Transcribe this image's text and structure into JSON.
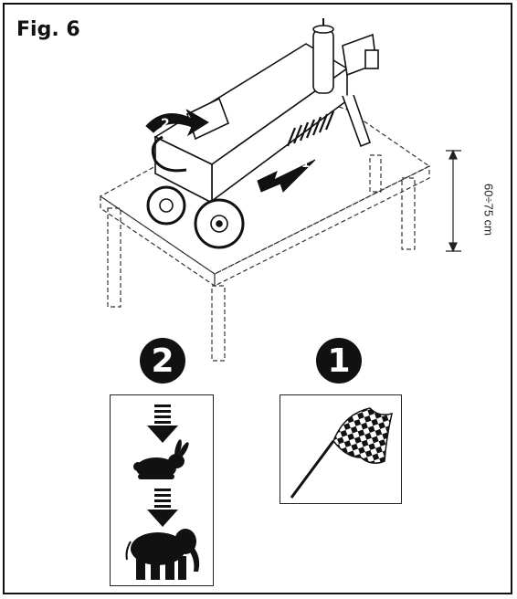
{
  "figure": {
    "label": "Fig. 6",
    "height_dimension": "60÷75 cm",
    "arrow_label_1": "1",
    "arrow_label_2": "2"
  },
  "steps": [
    {
      "number": "2",
      "icons": [
        "arrow-down-icon",
        "rabbit-icon",
        "arrow-down-icon",
        "elephant-icon"
      ]
    },
    {
      "number": "1",
      "icons": [
        "checkered-flag-icon"
      ]
    }
  ],
  "colors": {
    "ink": "#111111",
    "paper": "#ffffff"
  }
}
